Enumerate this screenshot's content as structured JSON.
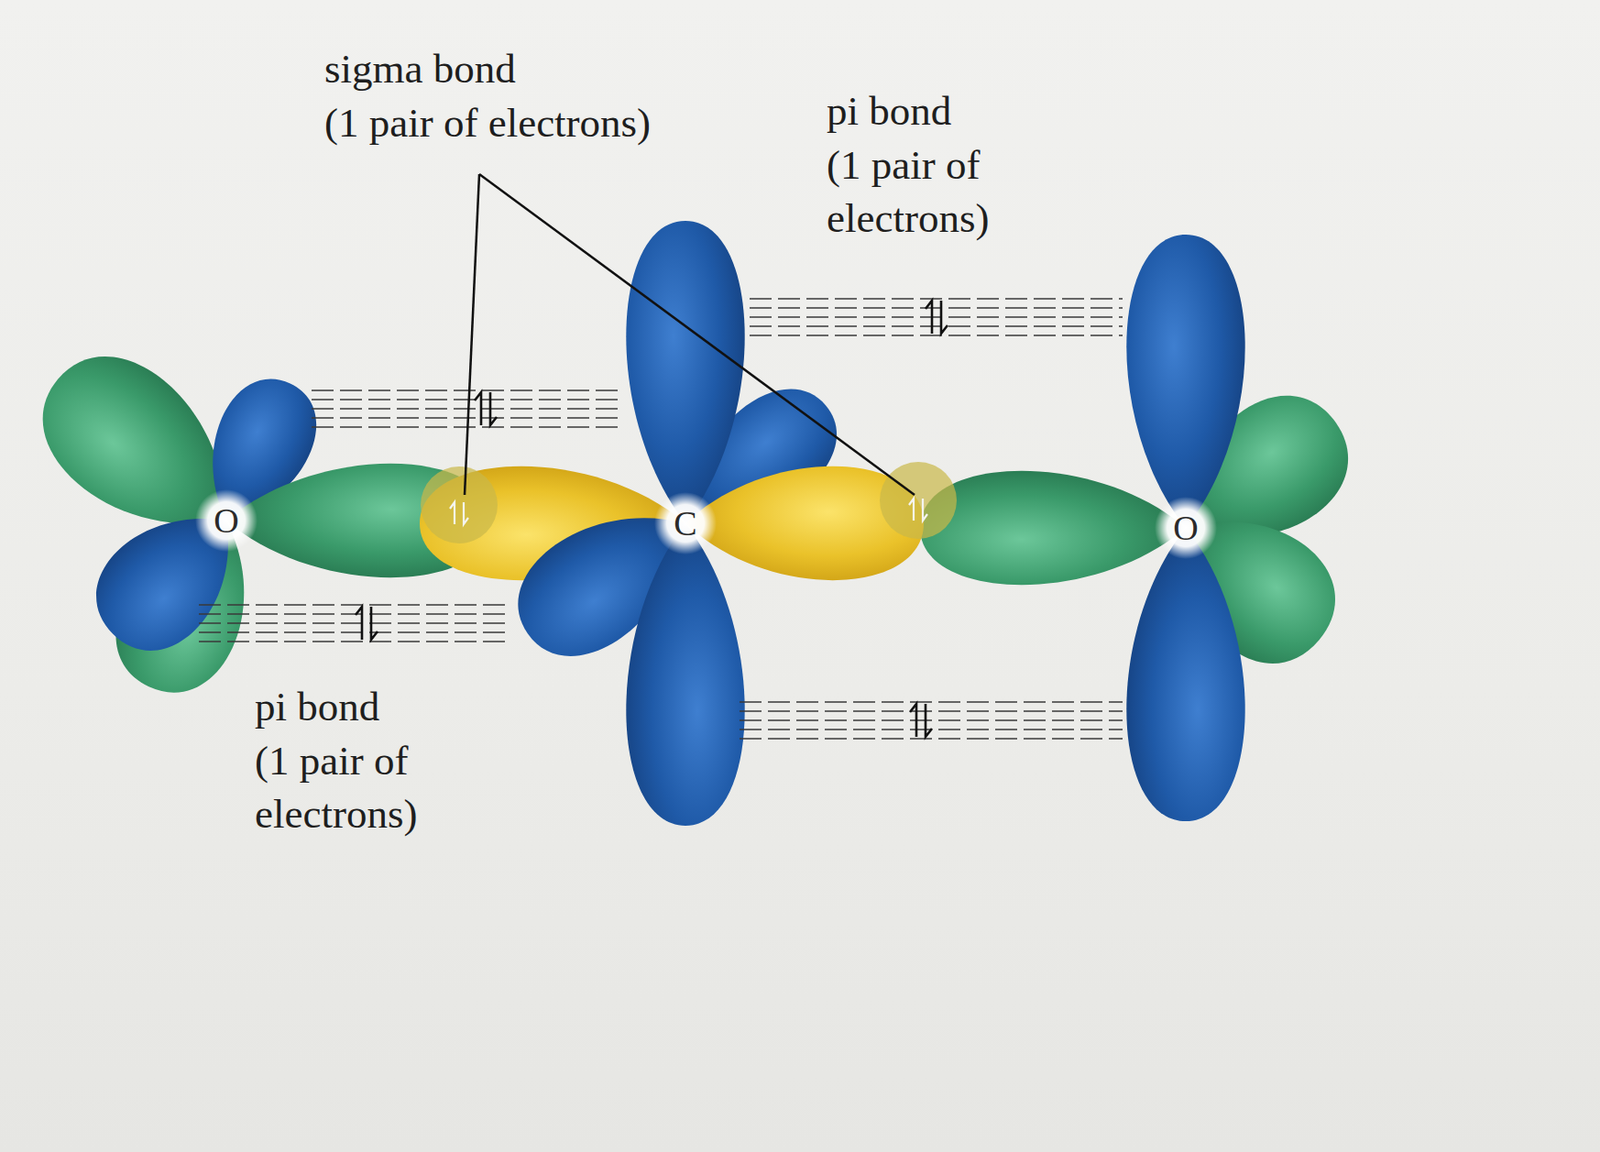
{
  "diagram": {
    "labels": [
      "sigma bond (1 pair of electrons)",
      "pi bond (1 pair of electrons)",
      "pi bond (1 pair of electrons)",
      "O",
      "C",
      "O"
    ]
  }
}
